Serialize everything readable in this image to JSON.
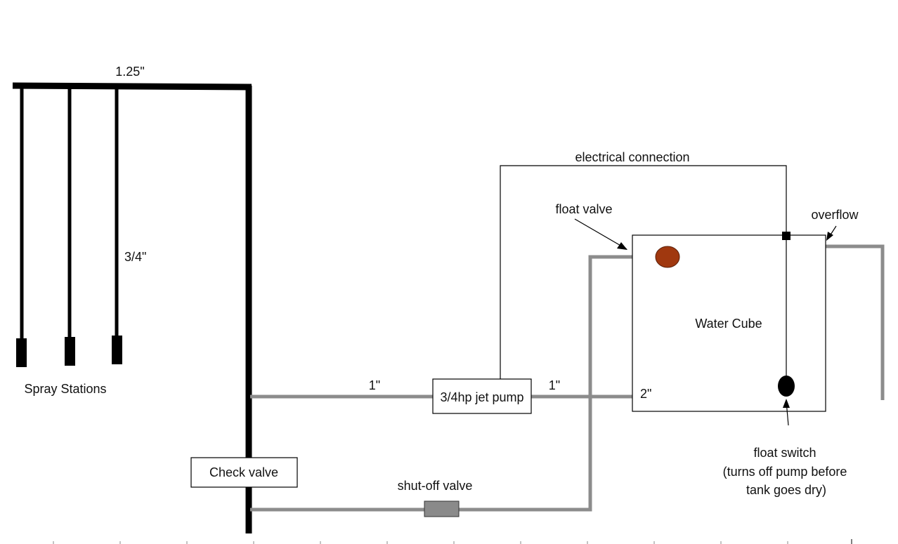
{
  "labels": {
    "header_pipe_size": "1.25\"",
    "drop_pipe_size": "3/4\"",
    "spray_stations": "Spray Stations",
    "electrical_connection": "electrical connection",
    "float_valve": "float valve",
    "overflow": "overflow",
    "water_cube": "Water Cube",
    "pump_inlet_pipe_size": "1\"",
    "pump": "3/4hp jet pump",
    "pump_outlet_pipe_size": "1\"",
    "tank_outlet_pipe_size": "2\"",
    "check_valve": "Check valve",
    "shut_off_valve": "shut-off valve",
    "float_switch_line1": "float switch",
    "float_switch_line2": "(turns off pump before",
    "float_switch_line3": "tank goes dry)"
  },
  "colors": {
    "main_pipe": "#000000",
    "gray_pipe": "#8c8c8c",
    "float_valve_ball": "#a0380f",
    "shut_off_valve_body": "#8a8a8a",
    "float_switch": "#000000"
  }
}
